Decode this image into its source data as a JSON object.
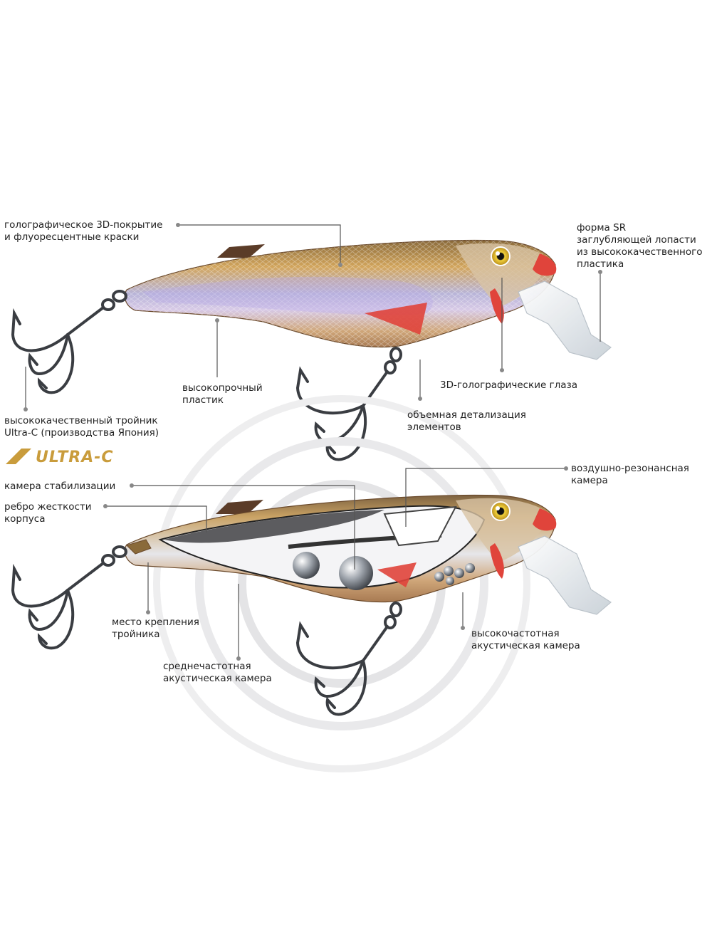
{
  "labels": {
    "holo_coating": [
      "голографическое 3D-покрытие",
      "и флуоресцентные краски"
    ],
    "lip_form": [
      "форма SR",
      "заглубляющей лопасти",
      "из высококачественного",
      "пластика"
    ],
    "plastic": [
      "высокопрочный",
      "пластик"
    ],
    "eyes": "3D-голографические глаза",
    "treble_hook": [
      "высококачественный тройник",
      "Ultra-C (производства Япония)"
    ],
    "detail": [
      "объемная детализация",
      "элементов"
    ],
    "air_chamber": [
      "воздушно-резонансная",
      "камера"
    ],
    "stab_chamber": "камера стабилизации",
    "rib": [
      "ребро жесткости",
      "корпуса"
    ],
    "hook_mount": [
      "место крепления",
      "тройника"
    ],
    "hf_chamber": [
      "высокочастотная",
      "акустическая камера"
    ],
    "mf_chamber": [
      "среднечастотная",
      "акустическая камера"
    ]
  },
  "brand_logo": "ULTRA-C",
  "colors": {
    "body_gold": "#c08a48",
    "belly": "#d9b48a",
    "gill_red": "#e0443b",
    "lip": "#e9eef2",
    "hook": "#3a3d42",
    "leader_line": "#555555"
  }
}
